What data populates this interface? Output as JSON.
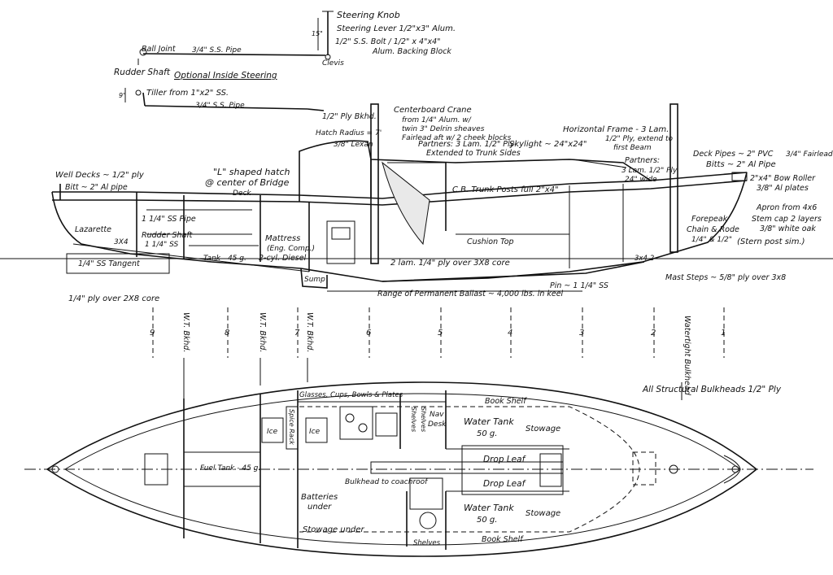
{
  "profile_labels": {
    "steering_knob": "Steering Knob",
    "steering_lever": "Steering Lever 1/2\"x3\" Alum.",
    "ss_bolt": "1/2\" S.S. Bolt / 1/2\" x 4\"x4\"",
    "alum_backing": "Alum. Backing Block",
    "clevis": "Clevis",
    "ball_joint": "Ball Joint",
    "ss_pipe_top": "3/4\" S.S. Pipe",
    "rudder_shaft_top": "Rudder Shaft",
    "optional_steering": "Optional Inside Steering",
    "tiller": "Tiller from 1\"x2\" SS.",
    "ss_pipe_bottom": "3/4\" S.S. Pipe",
    "ply_bkhd": "1/2\" Ply Bkhd.",
    "hatch_radius": "Hatch Radius = 7'",
    "lexan": "3/8\" Lexan",
    "cb_crane_1": "Centerboard Crane",
    "cb_crane_2": "from 1/4\" Alum. w/",
    "cb_crane_3": "twin 3\" Delrin sheaves",
    "cb_crane_4": "Fairlead aft w/ 2 cheek blocks",
    "partners_ply_1": "Partners: 3 Lam. 1/2\" Ply-",
    "partners_ply_2": "Extended to Trunk Sides",
    "horiz_frame_1": "Horizontal Frame - 3 Lam.",
    "horiz_frame_2": "1/2\" Ply, extend to",
    "horiz_frame_3": "first Beam",
    "skylight": "Skylight ~ 24\"x24\"",
    "partners_1": "Partners:",
    "partners_2": "3 Lam. 1/2\" Ply",
    "partners_3": "24\" wide",
    "deck_pipes": "Deck Pipes ~ 2\" PVC",
    "fairlead": "3/4\" Fairlead",
    "bitts_fwd": "Bitts ~ 2\" Al Pipe",
    "bow_roller": "2\"x4\" Bow Roller",
    "al_plates": "3/8\" Al plates",
    "well_decks": "Well Decks ~ 1/2\" ply",
    "bitt_aft": "Bitt ~ 2\" Al pipe",
    "l_hatch_1": "\"L\" shaped hatch",
    "l_hatch_2": "@ center of Bridge",
    "l_hatch_3": "Deck",
    "cb_trunk": "C.B. Trunk Posts full 2\"x4\"",
    "lazarette": "Lazarette",
    "ss_pipe_rudder": "1 1/4\" SS Pipe",
    "rudder_shaft": "Rudder Shaft",
    "rudder_shaft_size": "1 1/4\" SS",
    "three_x_four": "3X4",
    "tank": "Tank - 45 g.",
    "mattress": "Mattress",
    "engine_1": "(Eng. Comp.)",
    "engine_2": "2-cyl. Diesel",
    "cushion_top": "Cushion Top",
    "keel_ply": "2 lam. 1/4\" ply over 3X8 core",
    "ss_tangent": "1/4\" SS Tangent",
    "apron": "Apron from 4x6",
    "forepeak": "Forepeak",
    "chain_rode": "Chain & Rode",
    "chain_size": "1/4\" & 1/2\"",
    "stem_cap_1": "Stem cap 2 layers",
    "stem_cap_2": "3/8\" white oak",
    "stern_post": "(Stern post sim.)",
    "three_x_two": "3x4-2",
    "ply_over_core": "1/4\" ply over 2X8 core",
    "sump": "Sump",
    "ballast": "Range of Permanent Ballast ~ 4,000 lbs. in keel",
    "pin": "Pin ~ 1 1/4\" SS",
    "mast_steps": "Mast Steps ~ 5/8\" ply over 3x8",
    "wt_bkhd": "W.T. Bkhd.",
    "watertight_bulkhead": "Watertight Bulkhead",
    "fifteen_in": "15\"",
    "nine_in": "9\""
  },
  "stations": [
    "9",
    "8",
    "7",
    "6",
    "5",
    "4",
    "3",
    "2",
    "1"
  ],
  "plan_labels": {
    "glasses": "Glasses, Cups, Bowls & Plates",
    "ice_1": "Ice",
    "ice_2": "Ice",
    "spice_rack": "Spice Rack",
    "shelves_1": "Shelves",
    "shelves_2": "Shelves",
    "nav_desk_1": "Nav",
    "nav_desk_2": "Desk",
    "book_shelf_top": "Book Shelf",
    "water_tank_top": "Water Tank",
    "water_tank_top_size": "50 g.",
    "stowage_top": "Stowage",
    "drop_leaf_1": "Drop Leaf",
    "drop_leaf_2": "Drop Leaf",
    "fuel_tank": "Fuel Tank - 45 g.",
    "bulkhead_coachroof": "Bulkhead to coachroof",
    "batteries_1": "Batteries",
    "batteries_2": "under",
    "stowage_under": "Stowage under",
    "water_tank_bottom": "Water Tank",
    "water_tank_bottom_size": "50 g.",
    "stowage_bottom": "Stowage",
    "book_shelf_bottom": "Book Shelf",
    "shelves_bottom": "Shelves",
    "all_structural": "All Structural Bulkheads 1/2\" Ply"
  },
  "colors": {
    "ink": "#111111",
    "paper": "#ffffff",
    "shade": "#e9e9e9"
  }
}
